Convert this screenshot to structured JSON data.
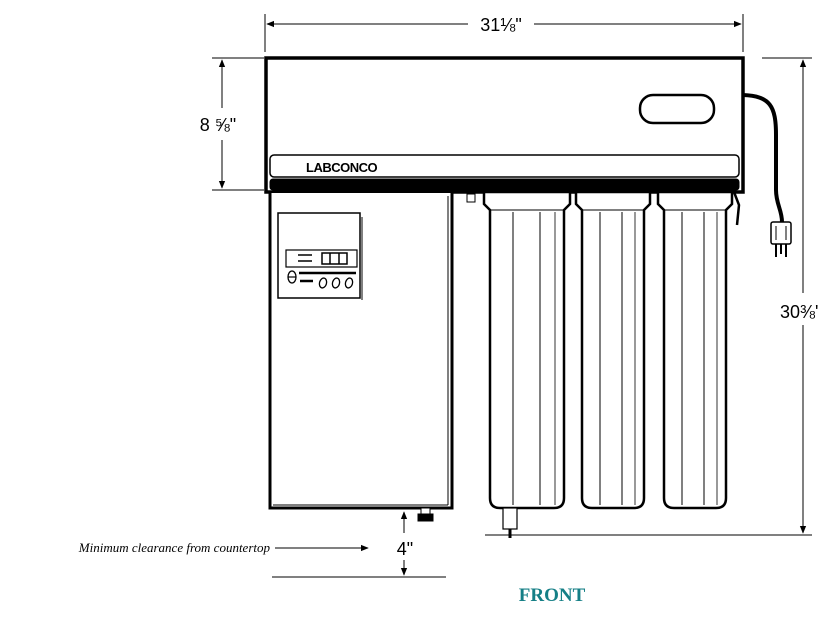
{
  "dimensions": {
    "width_label": "31⅛\"",
    "head_height_label": "8 ⅝\"",
    "total_height_label": "30⅜'",
    "clearance_label": "4\""
  },
  "brand_label": "LABCONCO",
  "note": "Minimum clearance from countertop",
  "view_caption": "FRONT",
  "colors": {
    "line": "#000000",
    "caption": "#157f86",
    "background": "#ffffff"
  }
}
